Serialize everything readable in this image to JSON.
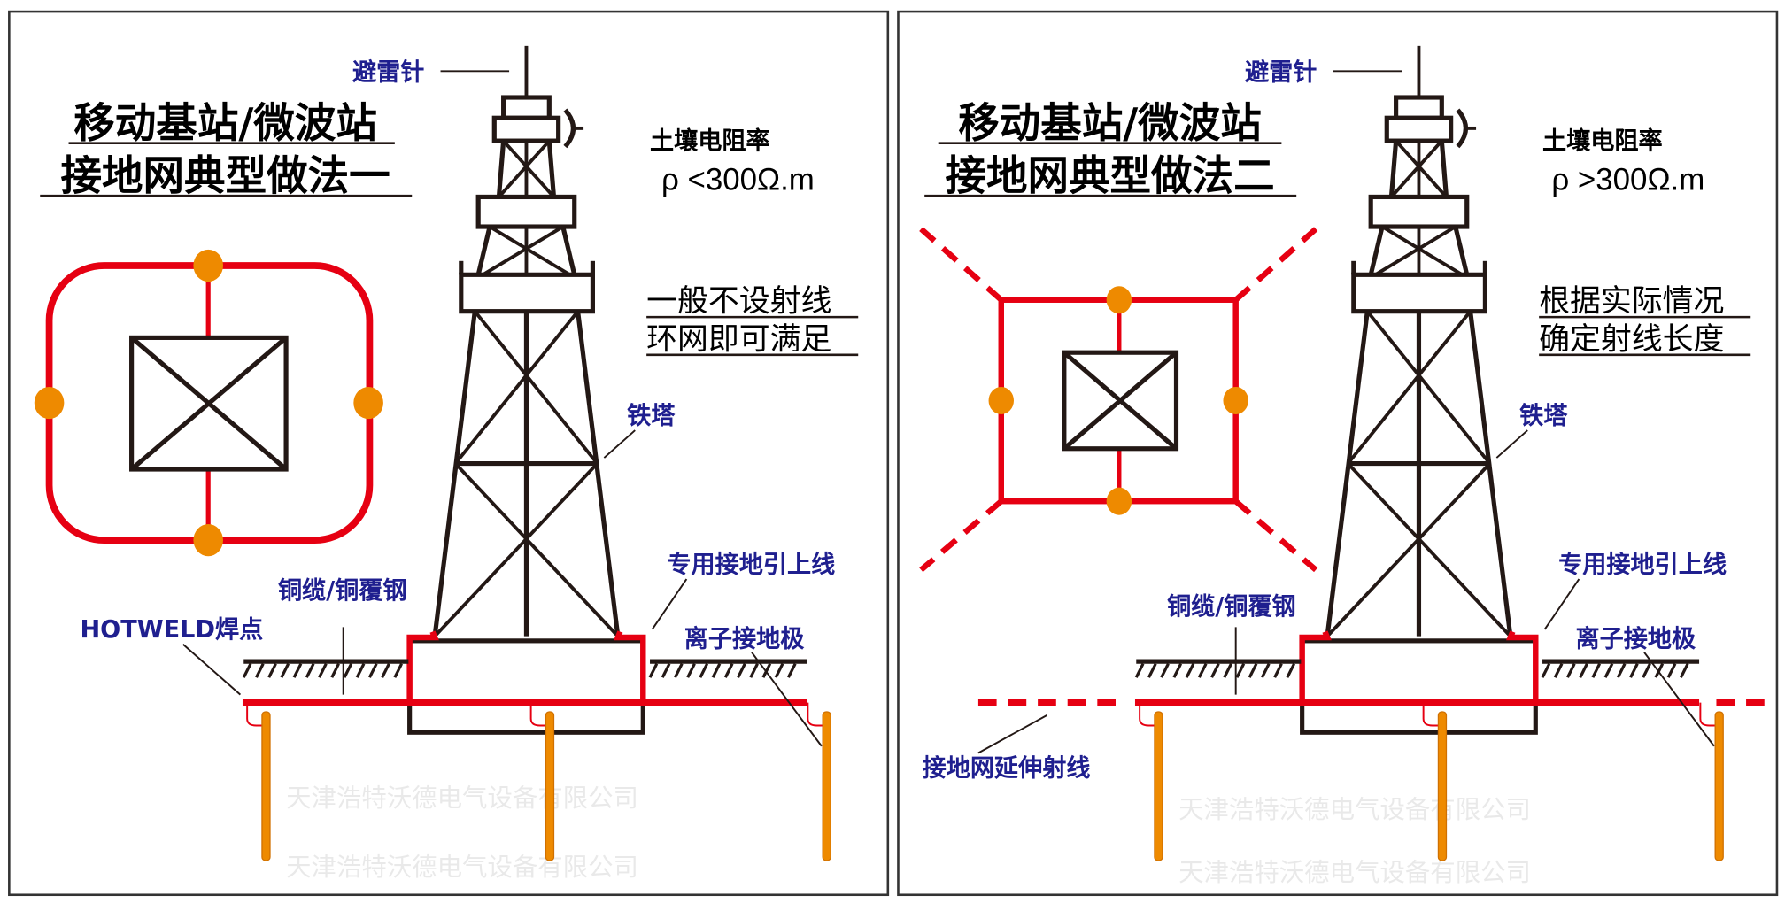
{
  "watermark": "天津浩特沃德电气设备有限公司",
  "colors": {
    "label_blue": "#1f1f8f",
    "ground_red": "#e60012",
    "weld_orange": "#ee8a00",
    "line_black": "#231815"
  },
  "panels": [
    {
      "title_line1": "移动基站/微波站",
      "title_line2": "接地网典型做法一",
      "lightning_rod": "避雷针",
      "soil_label": "土壤电阻率",
      "soil_value": "ρ <300Ω.m",
      "note_line1": "一般不设射线",
      "note_line2": "环网即可满足",
      "tower": "铁塔",
      "down_conductor": "专用接地引上线",
      "cable": "铜缆/铜覆钢",
      "weld": "HOTWELD焊点",
      "electrode": "离子接地极"
    },
    {
      "title_line1": "移动基站/微波站",
      "title_line2": "接地网典型做法二",
      "lightning_rod": "避雷针",
      "soil_label": "土壤电阻率",
      "soil_value": "ρ >300Ω.m",
      "note_line1": "根据实际情况",
      "note_line2": "确定射线长度",
      "tower": "铁塔",
      "down_conductor": "专用接地引上线",
      "cable": "铜缆/铜覆钢",
      "electrode": "离子接地极",
      "extension": "接地网延伸射线"
    }
  ]
}
